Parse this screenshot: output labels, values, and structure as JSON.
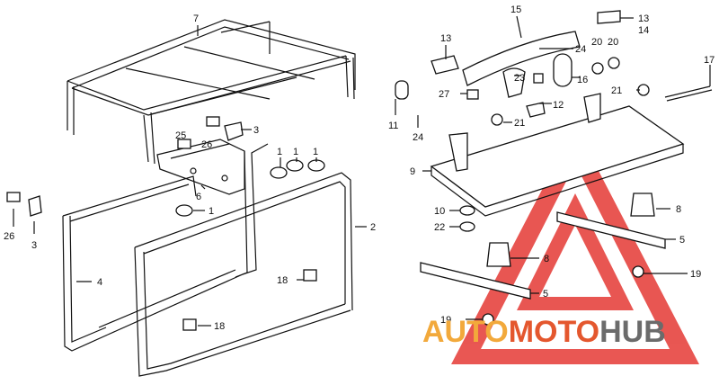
{
  "watermark": {
    "part1": "AUTO",
    "part2": "MOTO",
    "part3": "HUB",
    "color_auto": "#f2a93b",
    "color_moto": "#e4572e",
    "color_hub": "#6b6b6b",
    "triangle_color": "#e53935"
  },
  "callouts": [
    {
      "id": "c7",
      "text": "7"
    },
    {
      "id": "c15",
      "text": "15"
    },
    {
      "id": "c13a",
      "text": "13"
    },
    {
      "id": "c14",
      "text": "14"
    },
    {
      "id": "c13b",
      "text": "13"
    },
    {
      "id": "c24a",
      "text": "24"
    },
    {
      "id": "c20a",
      "text": "20"
    },
    {
      "id": "c20b",
      "text": "20"
    },
    {
      "id": "c17",
      "text": "17"
    },
    {
      "id": "c23",
      "text": "23"
    },
    {
      "id": "c16",
      "text": "16"
    },
    {
      "id": "c27",
      "text": "27"
    },
    {
      "id": "c21a",
      "text": "21"
    },
    {
      "id": "c12",
      "text": "12"
    },
    {
      "id": "c11",
      "text": "11"
    },
    {
      "id": "c24b",
      "text": "24"
    },
    {
      "id": "c21b",
      "text": "21"
    },
    {
      "id": "c3a",
      "text": "3"
    },
    {
      "id": "c25",
      "text": "25"
    },
    {
      "id": "c26a",
      "text": "26"
    },
    {
      "id": "c1a",
      "text": "1"
    },
    {
      "id": "c1b",
      "text": "1"
    },
    {
      "id": "c1c",
      "text": "1"
    },
    {
      "id": "c9",
      "text": "9"
    },
    {
      "id": "c6",
      "text": "6"
    },
    {
      "id": "c26b",
      "text": "26"
    },
    {
      "id": "c3b",
      "text": "3"
    },
    {
      "id": "c1d",
      "text": "1"
    },
    {
      "id": "c10",
      "text": "10"
    },
    {
      "id": "c8a",
      "text": "8"
    },
    {
      "id": "c2",
      "text": "2"
    },
    {
      "id": "c22",
      "text": "22"
    },
    {
      "id": "c5a",
      "text": "5"
    },
    {
      "id": "c4",
      "text": "4"
    },
    {
      "id": "c8b",
      "text": "8"
    },
    {
      "id": "c18a",
      "text": "18"
    },
    {
      "id": "c19a",
      "text": "19"
    },
    {
      "id": "c5b",
      "text": "5"
    },
    {
      "id": "c18b",
      "text": "18"
    },
    {
      "id": "c19b",
      "text": "19"
    }
  ]
}
